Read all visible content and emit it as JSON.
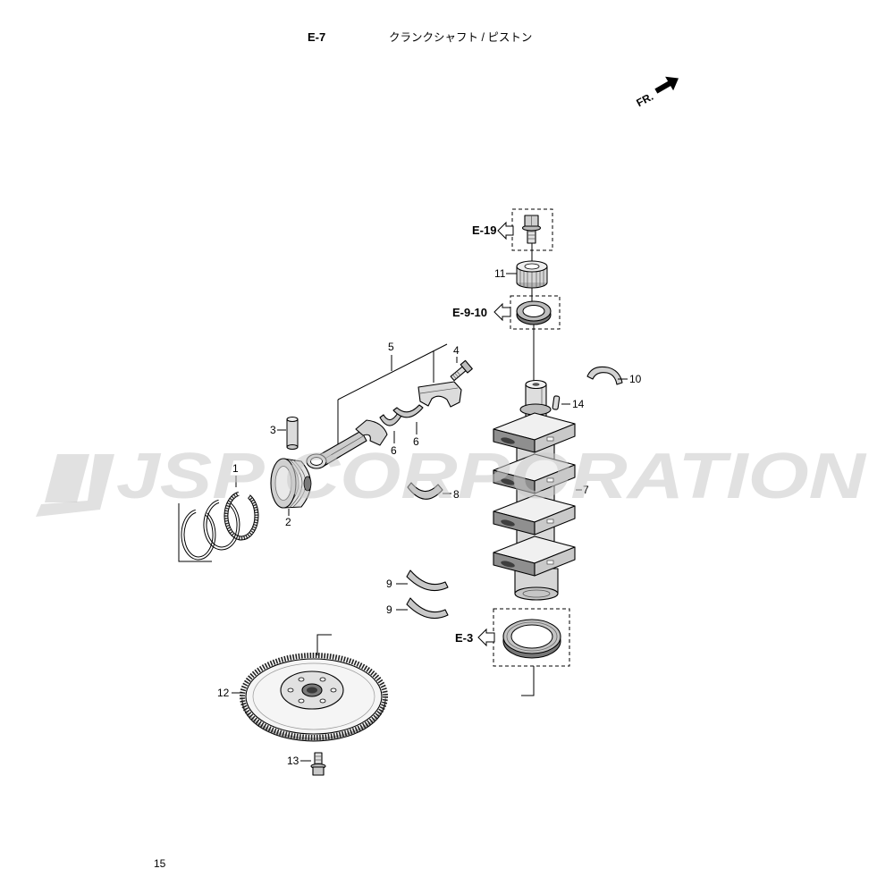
{
  "header": {
    "section_code": "E-7",
    "title": "クランクシャフト / ピストン"
  },
  "direction_label": "FR.",
  "references": {
    "e19": "E-19",
    "e9_10": "E-9-10",
    "e3": "E-3"
  },
  "callouts": [
    "1",
    "2",
    "3",
    "4",
    "5",
    "6",
    "6",
    "7",
    "8",
    "9",
    "9",
    "10",
    "11",
    "12",
    "13",
    "14"
  ],
  "watermark": "JSP CORPORATION",
  "page_number": "15"
}
